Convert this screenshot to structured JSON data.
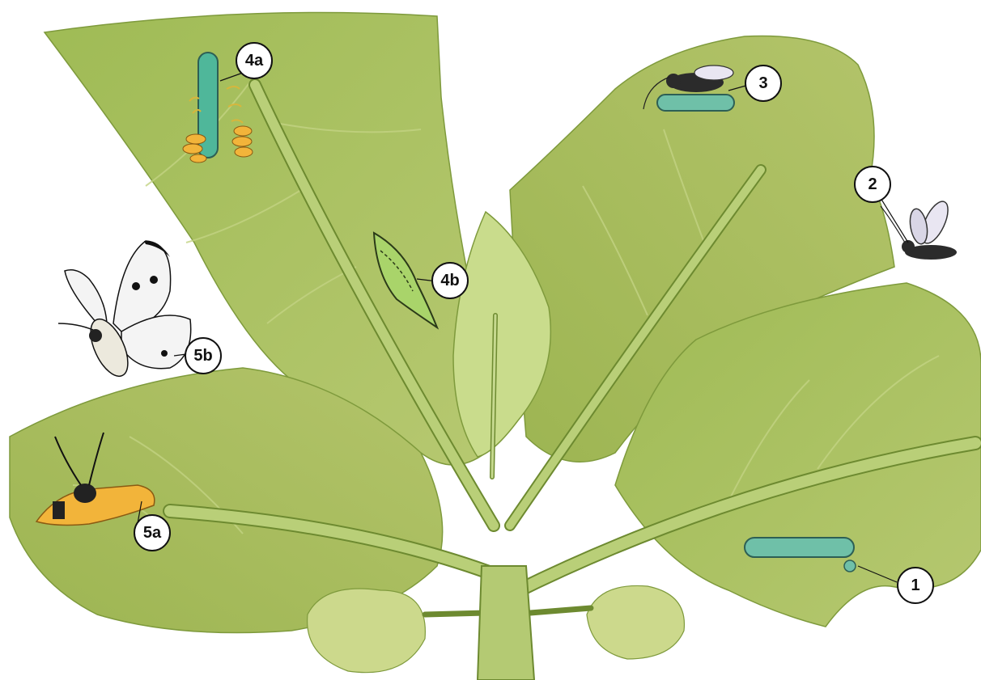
{
  "labels": {
    "l1": "1",
    "l2": "2",
    "l3": "3",
    "l4a": "4a",
    "l4b": "4b",
    "l5a": "5a",
    "l5b": "5b"
  },
  "colors": {
    "leaf": "#a9bf63",
    "leaf_dark": "#8fa84a",
    "leaf_light": "#c9d88f",
    "vein": "#b8cc7a",
    "caterpillar": "#6fc0a8",
    "eggs": "#f2b43a",
    "butterfly_wing": "#f4f4f4"
  }
}
